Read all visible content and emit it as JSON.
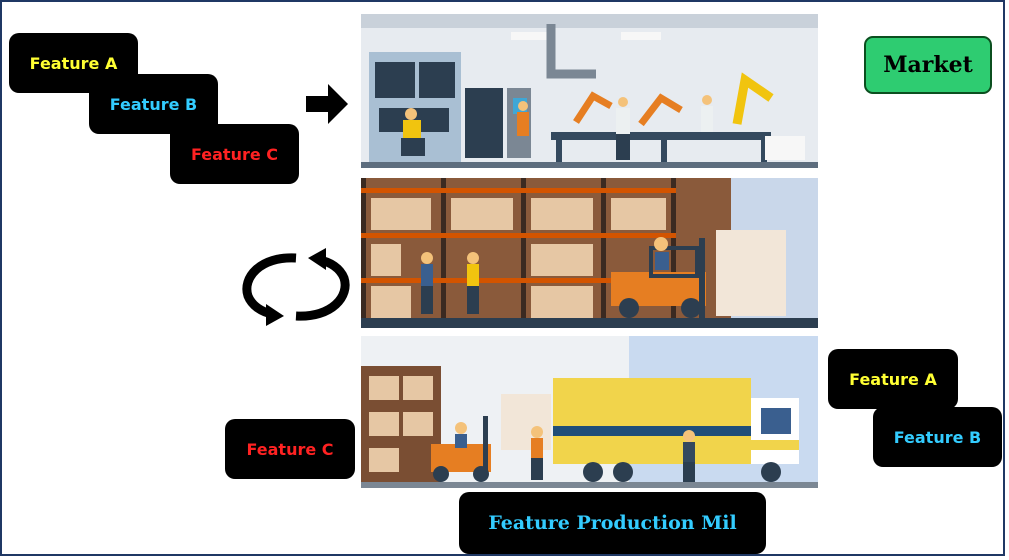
{
  "features_left": [
    {
      "label": "Feature A",
      "color": "#ffff33"
    },
    {
      "label": "Feature B",
      "color": "#33ccff"
    },
    {
      "label": "Feature C",
      "color": "#ff2222"
    }
  ],
  "feature_c_lower": {
    "label": "Feature C",
    "color": "#ff2222"
  },
  "features_right": [
    {
      "label": "Feature A",
      "color": "#ffff33"
    },
    {
      "label": "Feature B",
      "color": "#33ccff"
    }
  ],
  "market": {
    "label": "Market",
    "color": "#2ecc71"
  },
  "footer": {
    "label": "Feature Production Mil"
  },
  "icons": {
    "flow_arrow": "right-arrow-icon",
    "cycle": "cycle-arrows-icon"
  },
  "panels": [
    {
      "name": "factory-assembly-line-image"
    },
    {
      "name": "warehouse-forklift-image"
    },
    {
      "name": "loading-dock-truck-image"
    }
  ]
}
